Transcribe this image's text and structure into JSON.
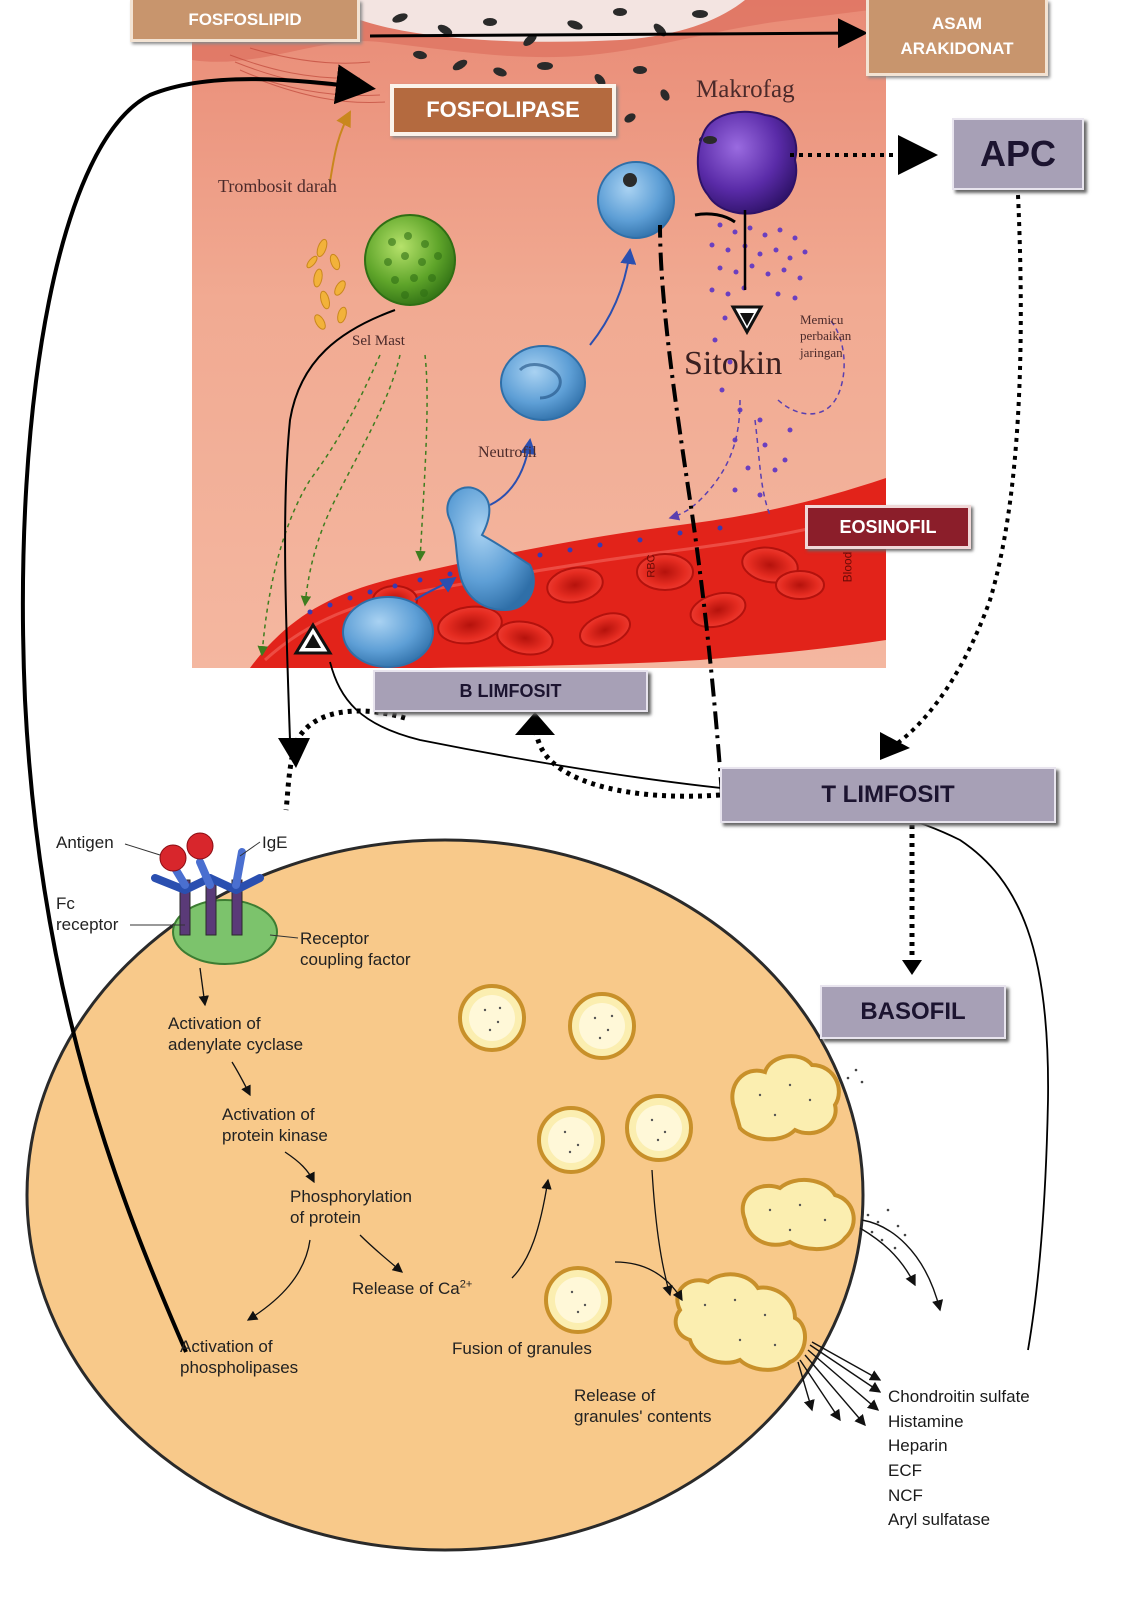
{
  "boxes": {
    "fosfolipid": "FOSFOSLIPID",
    "asam_arakidonat": "ASAM\nARAKIDONAT",
    "fosfolipase": "FOSFOLIPASE",
    "apc": "APC",
    "eosinofil": "EOSINOFIL",
    "b_limfosit": "B LIMFOSIT",
    "t_limfosit": "T LIMFOSIT",
    "basofil": "BASOFIL"
  },
  "tissue_labels": {
    "makrofag": "Makrofag",
    "trombosit": "Trombosit darah",
    "sel_mast": "Sel Mast",
    "neutrofil": "Neutrofil",
    "sitokin": "Sitokin",
    "memicu": "Memicu\nperbaikan\njaringan",
    "rbc": "RBC",
    "blood": "Blood"
  },
  "cell_labels": {
    "antigen": "Antigen",
    "ige": "IgE",
    "fc_receptor": "Fc\nreceptor",
    "coupling": "Receptor\ncoupling factor",
    "step1": "Activation of\nadenylate cyclase",
    "step2": "Activation of\nprotein kinase",
    "step3": "Phosphorylation\nof protein",
    "step4": "Release of Ca",
    "step4_sup": "2+",
    "step5": "Activation of\nphospholipases",
    "fusion": "Fusion of granules",
    "release": "Release of\ngranules' contents"
  },
  "released_substances": [
    "Chondroitin sulfate",
    "Histamine",
    "Heparin",
    "ECF",
    "NCF",
    "Aryl sulfatase"
  ],
  "colors": {
    "tissue": "#eea68f",
    "vessel": "#e2231a",
    "cytoplasm": "#f8c98a",
    "box_gray": "#a7a0b6",
    "box_brown": "#b46a3f",
    "eosinofil": "#8b1e2a"
  }
}
